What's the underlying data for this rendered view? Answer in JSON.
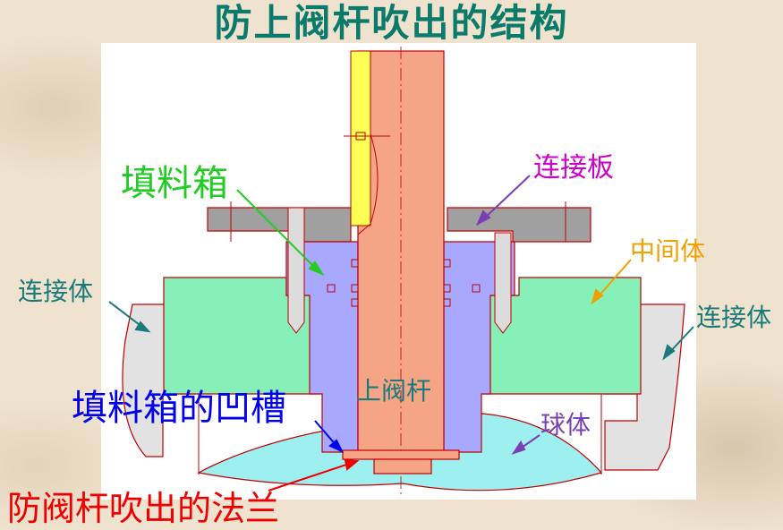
{
  "title": "防上阀杆吹出的结构",
  "labels": {
    "stuffing_box": "填料箱",
    "connecting_plate": "连接板",
    "middle_body": "中间体",
    "connecting_body_left": "连接体",
    "connecting_body_right": "连接体",
    "stuffing_box_groove": "填料箱的凹槽",
    "upper_stem": "上阀杆",
    "ball": "球体",
    "anti_blowout_flange": "防阀杆吹出的法兰"
  },
  "colors": {
    "title": "#0a7a6a",
    "stem": "#f5a585",
    "stuffing_box": "#a8a8ff",
    "middle_body": "#86f0b8",
    "plate": "#a0a0a0",
    "ball": "#9ef0f0",
    "key": "#ffff55",
    "outline": "#c00000",
    "label_green": "#22cc22",
    "label_magenta": "#cc00cc",
    "label_orange": "#f0a000",
    "label_teal": "#1a7a7a",
    "label_blue": "#0000ee",
    "label_red": "#ee0000",
    "label_purple": "#7a3fb0"
  }
}
